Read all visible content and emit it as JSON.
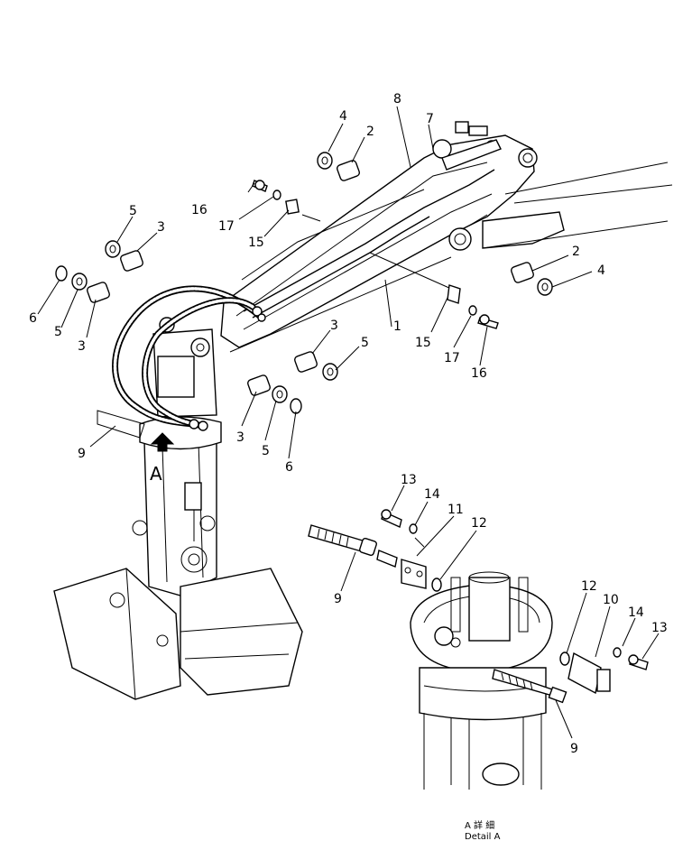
{
  "callouts": {
    "c1": "1",
    "c2_top": "2",
    "c2_right": "2",
    "c3_a": "3",
    "c3_b": "3",
    "c3_c": "3",
    "c3_d": "3",
    "c4_top": "4",
    "c4_right": "4",
    "c5_a": "5",
    "c5_b": "5",
    "c5_c": "5",
    "c5_d": "5",
    "c6_left": "6",
    "c6_bottom": "6",
    "c7": "7",
    "c8": "8",
    "c9_left": "9",
    "c9_detail_upper": "9",
    "c9_detail_lower": "9",
    "c10": "10",
    "c11": "11",
    "c12_upper": "12",
    "c12_lower": "12",
    "c13_upper": "13",
    "c13_lower": "13",
    "c14_upper": "14",
    "c14_lower": "14",
    "c15_left": "15",
    "c15_right": "15",
    "c16_left": "16",
    "c16_right": "16",
    "c17_left": "17",
    "c17_right": "17"
  },
  "view_marker": "A",
  "detail_caption": {
    "line1": "A 詳 細",
    "line2": "Detail A"
  }
}
